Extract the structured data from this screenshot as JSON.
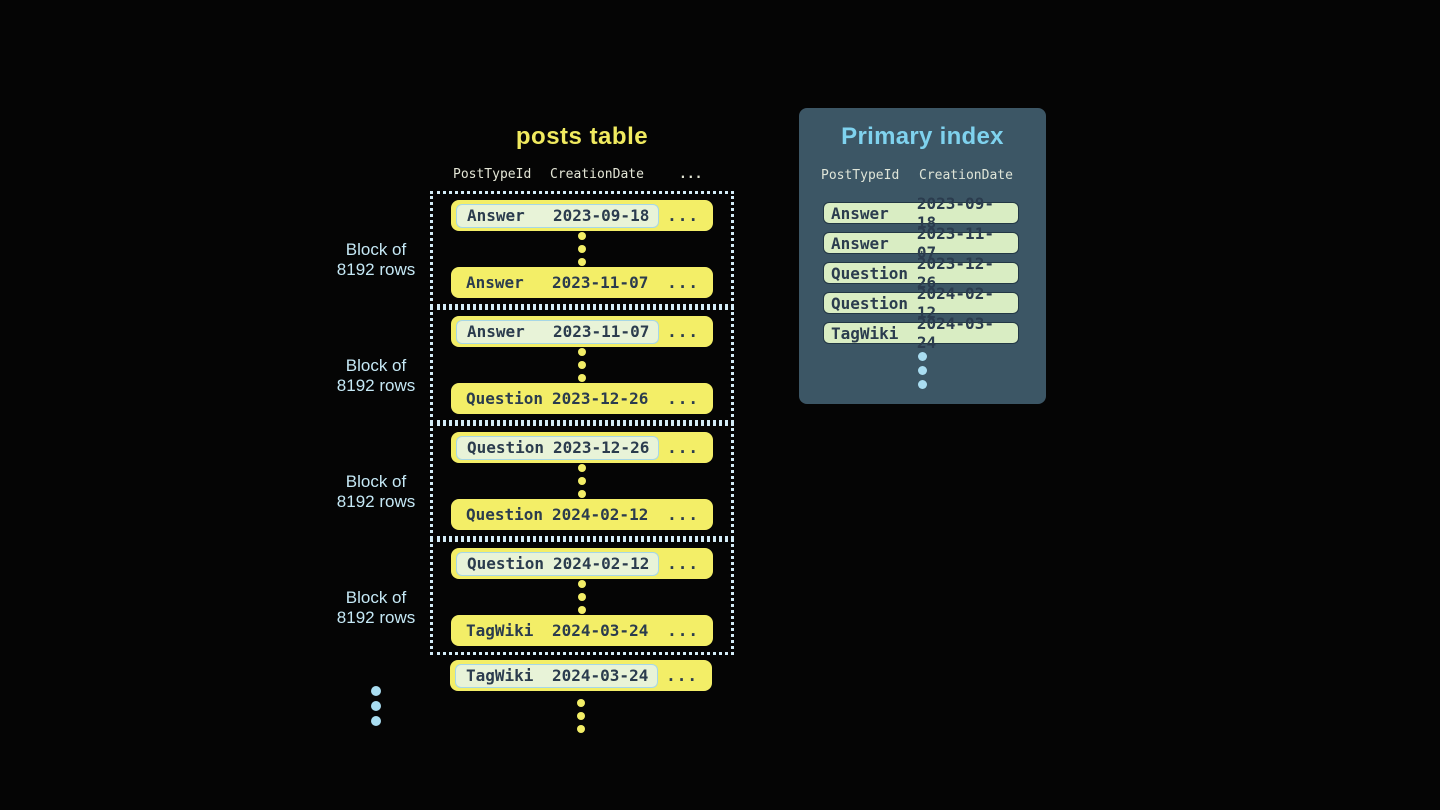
{
  "posts_table": {
    "title": "posts table",
    "headers": {
      "col1": "PostTypeId",
      "col2": "CreationDate",
      "more": "..."
    },
    "block_label": {
      "line1": "Block of",
      "line2": "8192 rows"
    },
    "more": "...",
    "blocks": [
      {
        "first": {
          "type": "Answer",
          "date": "2023-09-18"
        },
        "last": {
          "type": "Answer",
          "date": "2023-11-07"
        }
      },
      {
        "first": {
          "type": "Answer",
          "date": "2023-11-07"
        },
        "last": {
          "type": "Question",
          "date": "2023-12-26"
        }
      },
      {
        "first": {
          "type": "Question",
          "date": "2023-12-26"
        },
        "last": {
          "type": "Question",
          "date": "2024-02-12"
        }
      },
      {
        "first": {
          "type": "Question",
          "date": "2024-02-12"
        },
        "last": {
          "type": "TagWiki",
          "date": "2024-03-24"
        }
      }
    ],
    "extra_row": {
      "type": "TagWiki",
      "date": "2024-03-24"
    }
  },
  "primary_index": {
    "title": "Primary index",
    "headers": {
      "col1": "PostTypeId",
      "col2": "CreationDate"
    },
    "rows": [
      {
        "type": "Answer",
        "date": "2023-09-18"
      },
      {
        "type": "Answer",
        "date": "2023-11-07"
      },
      {
        "type": "Question",
        "date": "2023-12-26"
      },
      {
        "type": "Question",
        "date": "2024-02-12"
      },
      {
        "type": "TagWiki",
        "date": "2024-03-24"
      }
    ]
  },
  "colors": {
    "background": "#050505",
    "row_yellow": "#f3ee67",
    "row_text": "#2b3c4e",
    "highlight_bg": "#e8f3d8",
    "highlight_border": "#a6d7e7",
    "dotted_border": "#d4ecf7",
    "panel_bg": "#3c5665",
    "panel_title": "#7fd2ee",
    "pill_bg": "#d9edc3",
    "label_blue": "#c5e8f5",
    "dot_blue": "#a9ddf1",
    "title_yellow": "#f0ea5f"
  }
}
